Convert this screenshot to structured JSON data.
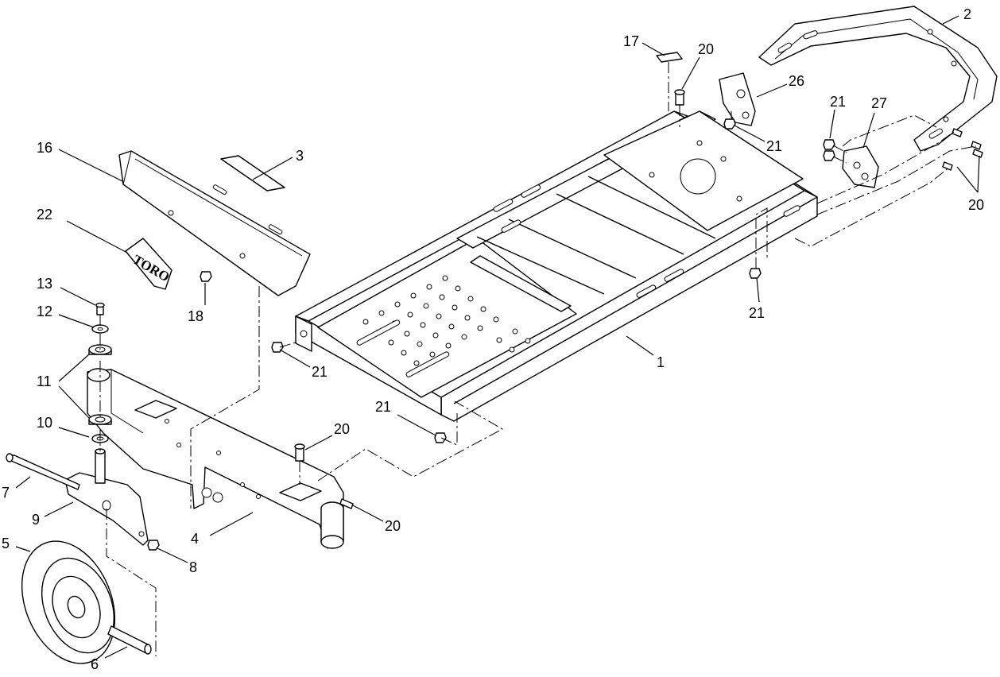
{
  "diagram": {
    "logo_text": "TORO",
    "callouts": [
      {
        "id": "frame",
        "label": "1"
      },
      {
        "id": "upper-frame",
        "label": "2"
      },
      {
        "id": "decal-3",
        "label": "3"
      },
      {
        "id": "front-axle",
        "label": "4"
      },
      {
        "id": "wheel",
        "label": "5"
      },
      {
        "id": "axle-spacer",
        "label": "6"
      },
      {
        "id": "bolt-7",
        "label": "7"
      },
      {
        "id": "locknut-8",
        "label": "8"
      },
      {
        "id": "caster-fork",
        "label": "9"
      },
      {
        "id": "spacer-10",
        "label": "10"
      },
      {
        "id": "bearing-11",
        "label": "11"
      },
      {
        "id": "washer-12",
        "label": "12"
      },
      {
        "id": "bolt-13",
        "label": "13"
      },
      {
        "id": "front-cover",
        "label": "16"
      },
      {
        "id": "decal-17",
        "label": "17"
      },
      {
        "id": "nut-18",
        "label": "18"
      },
      {
        "id": "bolt-20",
        "label": "20"
      },
      {
        "id": "nut-21",
        "label": "21"
      },
      {
        "id": "logo-decal",
        "label": "22"
      },
      {
        "id": "bracket-26",
        "label": "26"
      },
      {
        "id": "bracket-27",
        "label": "27"
      }
    ]
  }
}
